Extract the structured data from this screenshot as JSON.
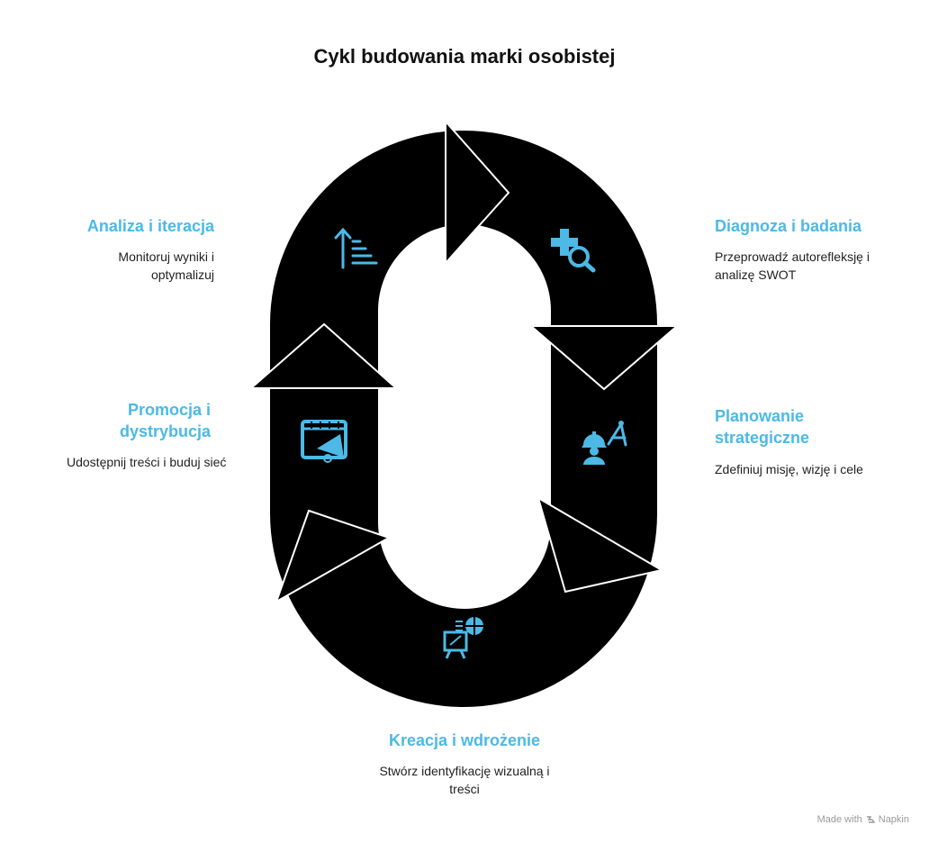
{
  "title": "Cykl budowania marki osobistej",
  "accent_color": "#4cb9e6",
  "shape_color": "#000000",
  "steps": [
    {
      "icon": "medical-search-icon",
      "title": "Diagnoza i badania",
      "description": "Przeprowadź autorefleksję i analizę SWOT"
    },
    {
      "icon": "engineer-compass-icon",
      "title": "Planowanie strategiczne",
      "description": "Zdefiniuj misję, wizję i cele"
    },
    {
      "icon": "presentation-board-icon",
      "title": "Kreacja i wdrożenie",
      "description": "Stwórz identyfikację wizualną i treści"
    },
    {
      "icon": "video-megaphone-icon",
      "title": "Promocja i dystrybucja",
      "description": "Udostępnij treści i buduj sieć"
    },
    {
      "icon": "sort-ascending-icon",
      "title": "Analiza i iteracja",
      "description": "Monitoruj wyniki i optymalizuj"
    }
  ],
  "footer": {
    "made_with": "Made with",
    "brand": "Napkin"
  }
}
